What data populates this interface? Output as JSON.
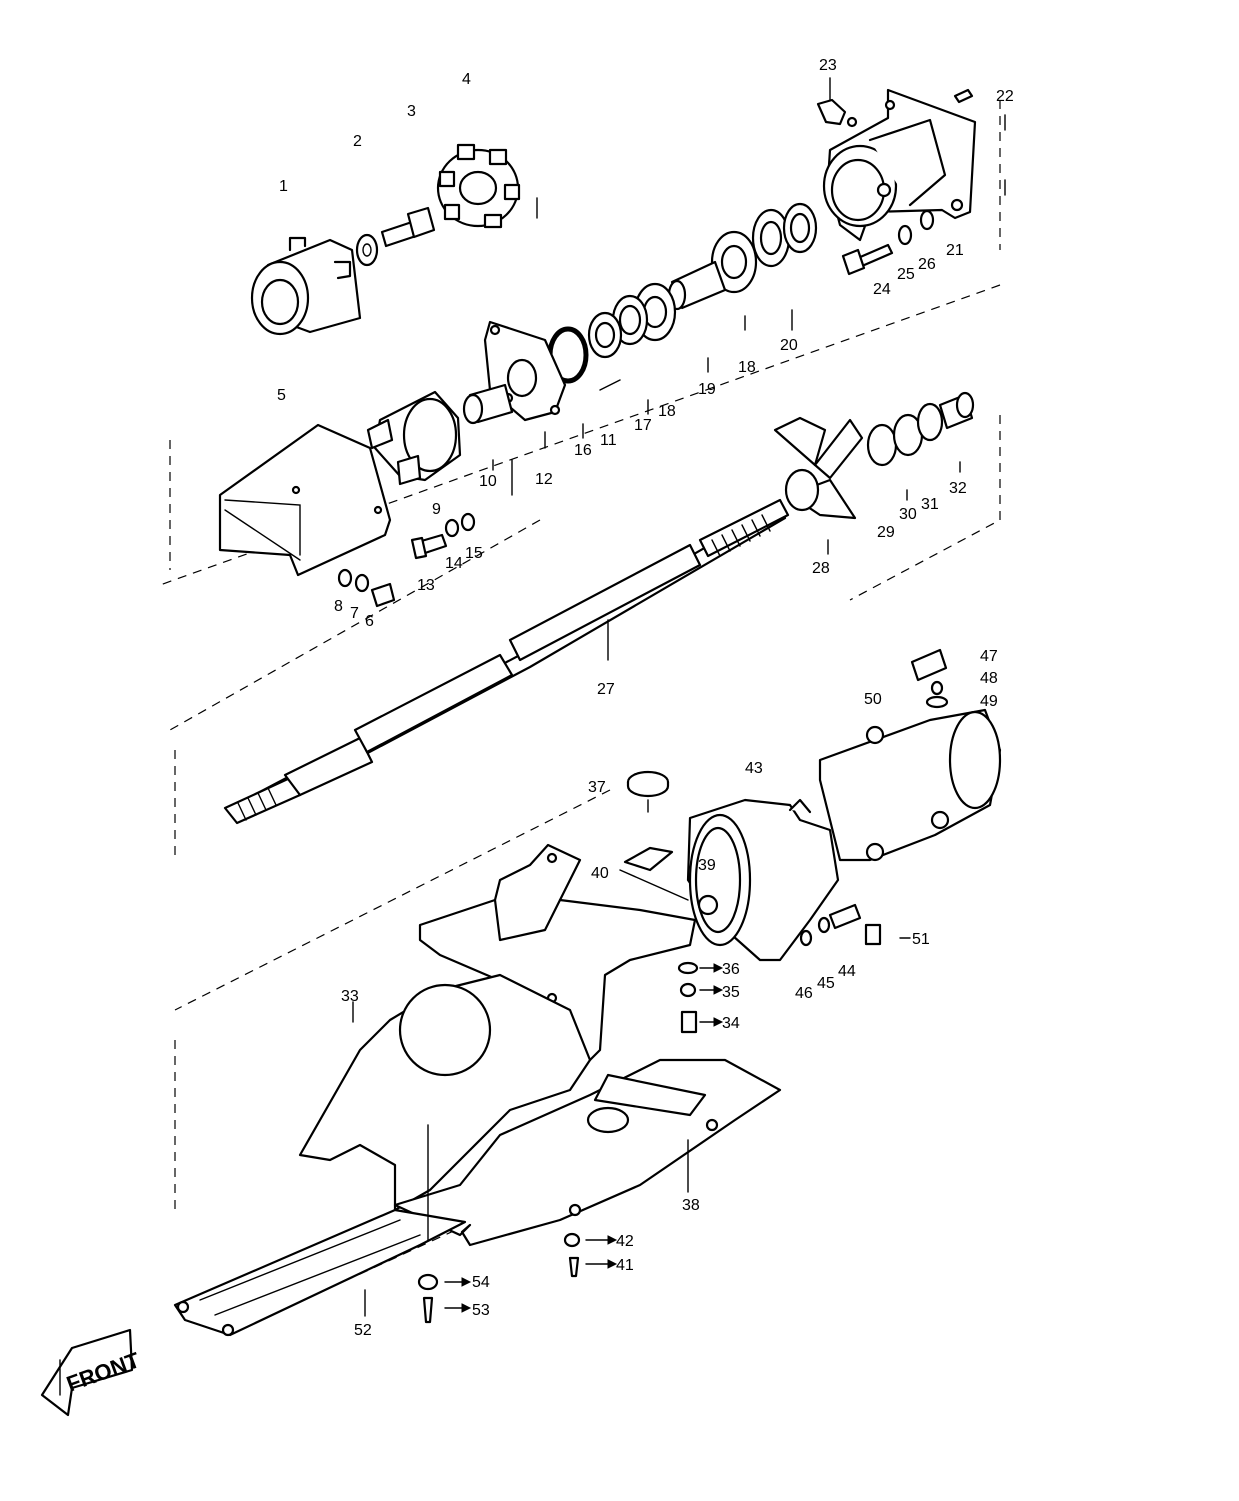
{
  "front_badge": "FRONT",
  "callouts": [
    "1",
    "2",
    "3",
    "4",
    "5",
    "6",
    "7",
    "8",
    "9",
    "10",
    "11",
    "11",
    "12",
    "13",
    "14",
    "15",
    "16",
    "17",
    "18",
    "18",
    "19",
    "20",
    "21",
    "22",
    "23",
    "24",
    "25",
    "26",
    "27",
    "28",
    "29",
    "30",
    "31",
    "32",
    "33",
    "34",
    "35",
    "36",
    "37",
    "38",
    "39",
    "40",
    "41",
    "42",
    "43",
    "44",
    "45",
    "46",
    "47",
    "48",
    "49",
    "50",
    "51",
    "52",
    "53",
    "54"
  ]
}
